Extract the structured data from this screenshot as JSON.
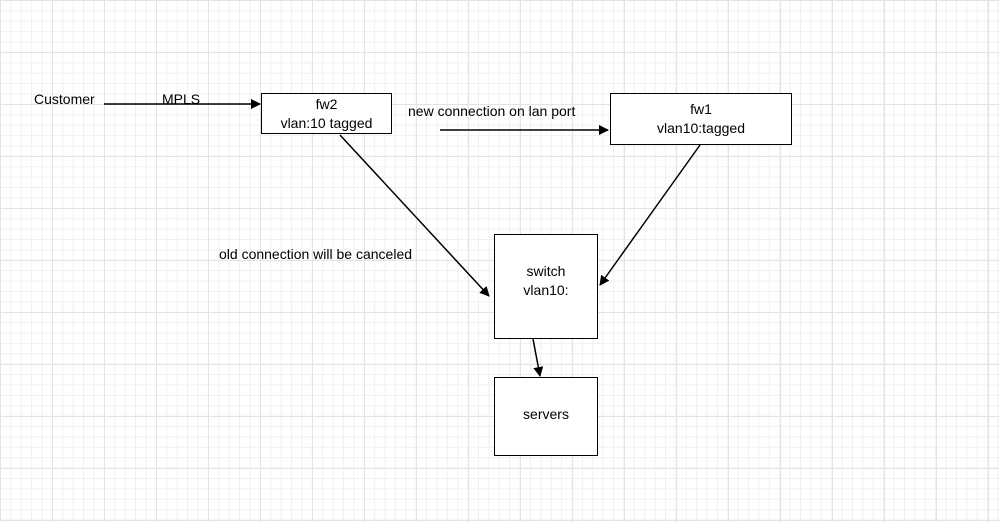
{
  "labels": {
    "customer": "Customer",
    "mpls": "MPLS",
    "new_connection": "new connection on lan port",
    "old_connection": "old connection will be canceled"
  },
  "nodes": {
    "fw2": {
      "line1": "fw2",
      "line2": "vlan:10 tagged"
    },
    "fw1": {
      "line1": "fw1",
      "line2": "vlan10:tagged"
    },
    "switch": {
      "line1": "switch",
      "line2": "vlan10:"
    },
    "servers": {
      "line1": "servers"
    }
  },
  "colors": {
    "line": "#000000",
    "grid_major": "#e3e3e3",
    "grid_minor": "#f0f0f0",
    "background": "#ffffff"
  }
}
